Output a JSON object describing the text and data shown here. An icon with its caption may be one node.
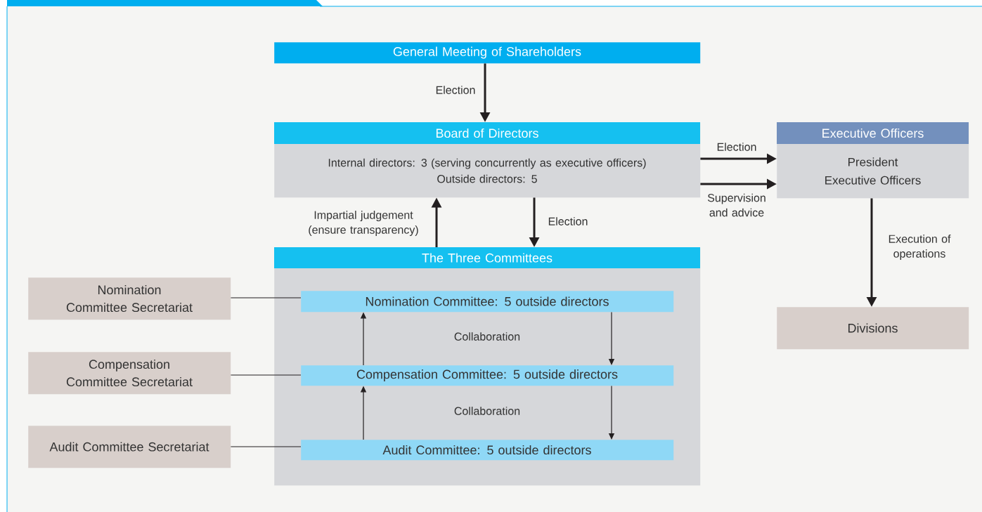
{
  "diagram": {
    "nodes": [
      {
        "text": [
          "General Meeting of Shareholders"
        ]
      },
      {
        "text": [
          "Board of Directors",
          "Internal directors: 3 (serving concurrently as executive officers)",
          "Outside directors: 5"
        ]
      },
      {
        "text": [
          "Executive Officers",
          "President",
          "Executive Officers"
        ]
      },
      {
        "text": [
          "The Three Committees"
        ]
      },
      {
        "text": [
          "Nomination Committee Secretariat"
        ]
      },
      {
        "text": [
          "Nomination Committee: 5 outside directors"
        ],
        "in": 3
      },
      {
        "text": [
          "Compensation Committee Secretariat"
        ]
      },
      {
        "text": [
          "Compensation Committee: 5 outside directors"
        ],
        "in": 3
      },
      {
        "text": [
          "Audit Committee  Secretariat"
        ]
      },
      {
        "text": [
          "Audit Committee: 5 outside directors"
        ],
        "in": 3
      },
      {
        "text": [
          "Divisions"
        ]
      }
    ],
    "edges": [
      {
        "from": 0,
        "to": 1,
        "arrow": "to",
        "label": "Election"
      },
      {
        "from": 1,
        "to": 2,
        "arrow": "to",
        "label": "Election"
      },
      {
        "from": 1,
        "to": 2,
        "arrow": "to",
        "label": "Supervision and advice"
      },
      {
        "from": 3,
        "to": 1,
        "arrow": "to",
        "label": "Impartial judgement (ensure transparency)"
      },
      {
        "from": 1,
        "to": 3,
        "arrow": "to",
        "label": "Election"
      },
      {
        "from": 2,
        "to": 10,
        "arrow": "to",
        "label": "Execution of operations"
      },
      {
        "from": 4,
        "to": 5,
        "arrow": "none"
      },
      {
        "from": 7,
        "to": 5,
        "arrow": "to"
      },
      {
        "from": 5,
        "to": 7,
        "arrow": "to"
      },
      {
        "from": 6,
        "to": 7,
        "arrow": "none"
      },
      {
        "from": 9,
        "to": 7,
        "arrow": "to"
      },
      {
        "from": 7,
        "to": 9,
        "arrow": "to"
      },
      {
        "from": 8,
        "to": 9,
        "arrow": "none"
      }
    ],
    "labels": [
      "Collaboration",
      "Collaboration"
    ]
  }
}
